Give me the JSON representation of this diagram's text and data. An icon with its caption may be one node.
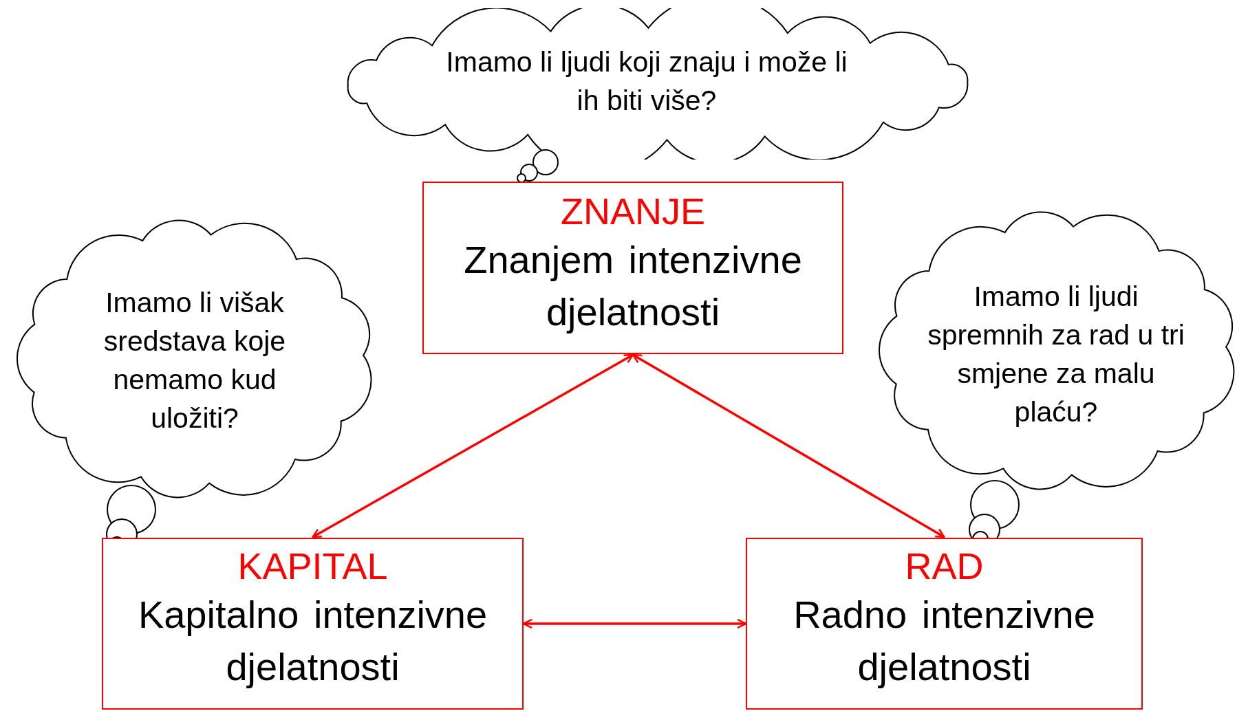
{
  "diagram": {
    "nodes": [
      {
        "text": [
          "Imamo li ljudi koji znaju i može li ih biti više?"
        ]
      },
      {
        "text": [
          "ZNANJE",
          "Znanjem intenzivne djelatnosti"
        ]
      },
      {
        "text": [
          "Imamo li višak sredstava koje nemamo kud uložiti?"
        ]
      },
      {
        "text": [
          "Imamo li ljudi spremnih za rad u tri smjene za malu plaću?"
        ]
      },
      {
        "text": [
          "KAPITAL",
          "Kapitalno intenzivne djelatnosti"
        ]
      },
      {
        "text": [
          "RAD",
          "Radno intenzivne djelatnosti"
        ]
      }
    ],
    "edges": [
      {
        "from": 1,
        "to": 4,
        "arrow": "both"
      },
      {
        "from": 1,
        "to": 5,
        "arrow": "both"
      },
      {
        "from": 4,
        "to": 5,
        "arrow": "both"
      }
    ]
  }
}
